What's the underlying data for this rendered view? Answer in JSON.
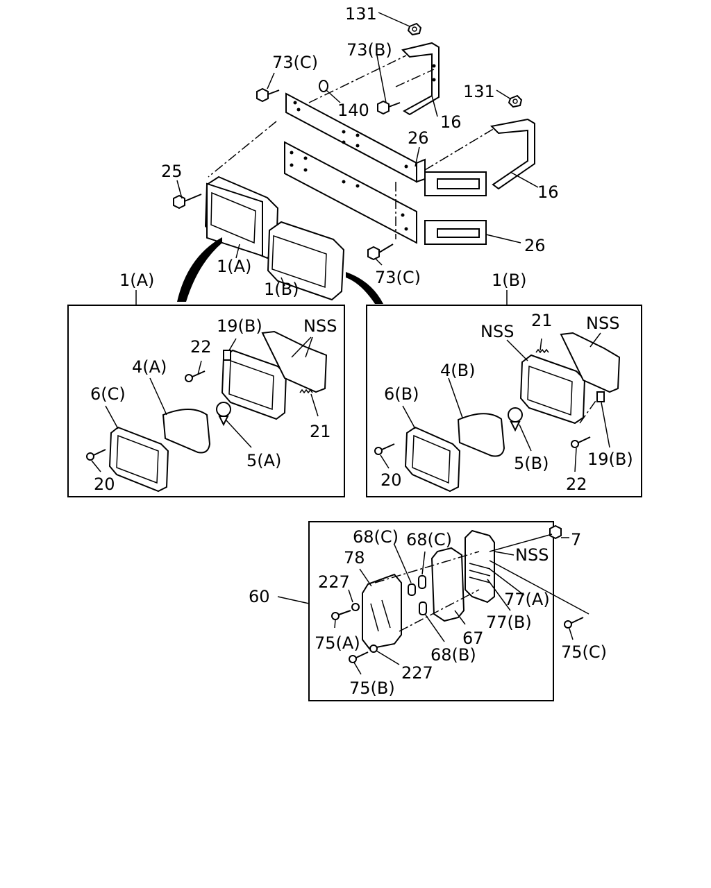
{
  "labels": {
    "l131a": "131",
    "l131b": "131",
    "l73c1": "73(C)",
    "l73b": "73(B)",
    "l140": "140",
    "l16a": "16",
    "l16b": "16",
    "l26a": "26",
    "l26b": "26",
    "l25": "25",
    "l73c2": "73(C)",
    "l1a_part": "1(A)",
    "l1b_part": "1(B)",
    "l1a_head": "1(A)",
    "l1b_head": "1(B)",
    "a_19b": "19(B)",
    "a_nss": "NSS",
    "a_22": "22",
    "a_4a": "4(A)",
    "a_6c": "6(C)",
    "a_21": "21",
    "a_5a": "5(A)",
    "a_20": "20",
    "b_nss1": "NSS",
    "b_21": "21",
    "b_nss2": "NSS",
    "b_4b": "4(B)",
    "b_6b": "6(B)",
    "b_5b": "5(B)",
    "b_19b": "19(B)",
    "b_20": "20",
    "b_22": "22",
    "c_68c1": "68(C)",
    "c_68c2": "68(C)",
    "c_78": "78",
    "c_227a": "227",
    "c_60": "60",
    "c_7": "7",
    "c_nss": "NSS",
    "c_77a": "77(A)",
    "c_77b": "77(B)",
    "c_67": "67",
    "c_75a": "75(A)",
    "c_68b": "68(B)",
    "c_75c": "75(C)",
    "c_227b": "227",
    "c_75b": "75(B)"
  }
}
